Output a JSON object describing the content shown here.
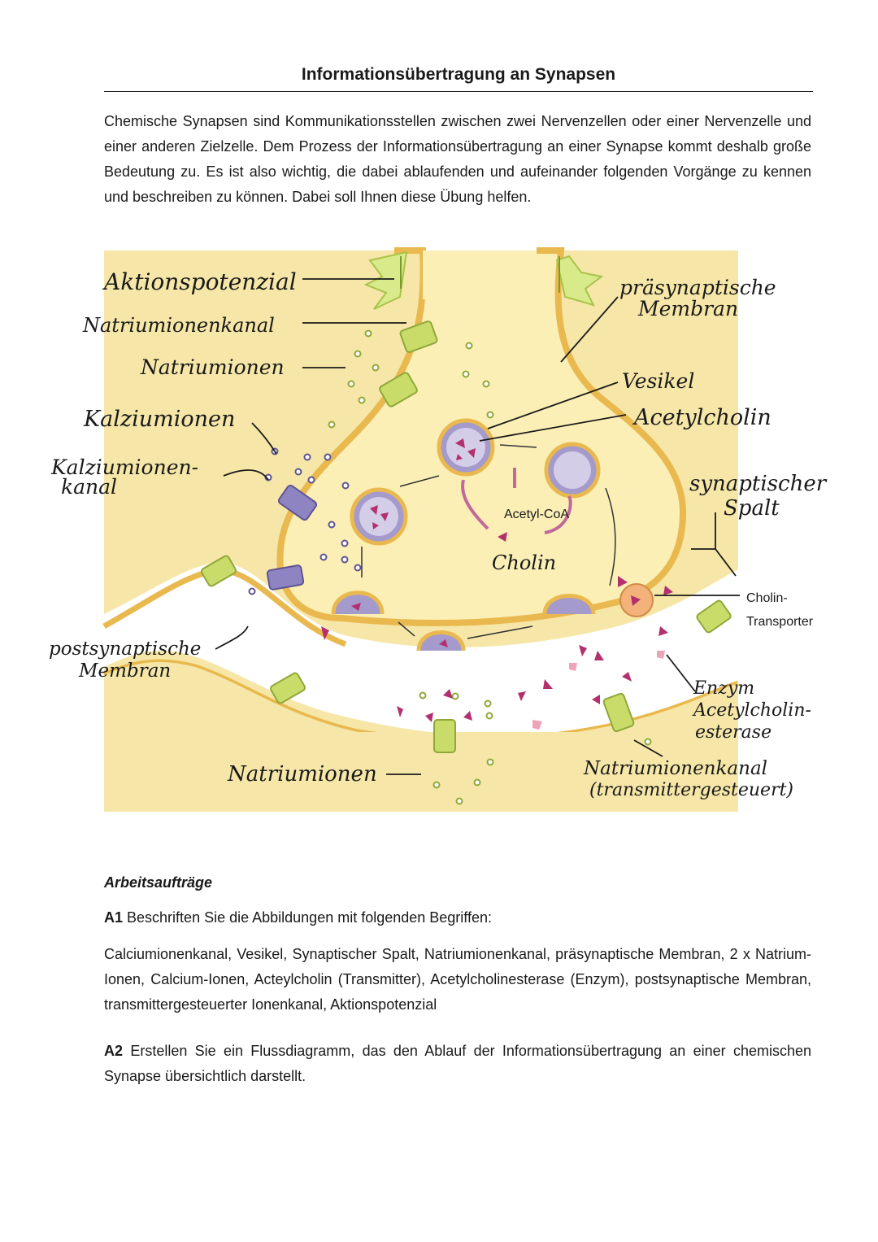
{
  "page": {
    "title": "Informationsübertragung an Synapsen",
    "intro": "Chemische Synapsen sind Kommunikationsstellen zwischen zwei Nervenzellen oder einer Nervenzelle und einer anderen Zielzelle. Dem Prozess der Informationsübertragung an einer Synapse kommt deshalb große Bedeutung zu. Es ist also wichtig, die dabei ablaufenden und aufeinander folgenden Vorgänge zu kennen und beschreiben zu können. Dabei soll Ihnen diese Übung helfen."
  },
  "figure": {
    "printed_labels": {
      "acetyl_coa": "Acetyl-CoA",
      "cholin_transporter_line1": "Cholin-",
      "cholin_transporter_line2": "Transporter"
    },
    "handwritten_labels": {
      "aktionspotenzial": "Aktionspotenzial",
      "natriumionenkanal": "Natriumionenkanal",
      "natriumionen_top": "Natriumionen",
      "kalziumionen": "Kalziumionen",
      "kalziumionenkanal_line1": "Kalziumionen-",
      "kalziumionenkanal_line2": "kanal",
      "postsynaptische_line1": "postsynaptische",
      "postsynaptische_line2": "Membran",
      "natriumionen_bottom": "Natriumionen",
      "praesynaptische_line1": "präsynaptische",
      "praesynaptische_line2": "Membran",
      "vesikel": "Vesikel",
      "acetylcholin": "Acetylcholin",
      "synaptischer_line1": "synaptischer",
      "synaptischer_line2": "Spalt",
      "cholin": "Cholin",
      "enzym_line1": "Enzym",
      "enzym_line2": "Acetylcholin-",
      "enzym_line3": "esterase",
      "natrium_kanal_tg_line1": "Natriumionenkanal",
      "natrium_kanal_tg_line2": "(transmittergesteuert)"
    },
    "colors": {
      "cytoplasm": "#fbefb6",
      "background": "#f6e7a8",
      "membrane": "#e9b94f",
      "vesicle": "#a49acb",
      "transmitter": "#b3306e",
      "channel": "#c9dc6a",
      "calcium_channel": "#8e84c2"
    }
  },
  "tasks": {
    "heading": "Arbeitsaufträge",
    "a1_label": "A1",
    "a1_text": "Beschriften Sie die Abbildungen mit folgenden Begriffen:",
    "a1_terms": "Calciumionenkanal, Vesikel, Synaptischer Spalt, Natriumionenkanal, präsynaptische Membran, 2 x Natrium-Ionen, Calcium-Ionen, Acteylcholin (Transmitter), Acetylcholinesterase (Enzym), postsynaptische Membran, transmittergesteuerter Ionenkanal, Aktionspotenzial",
    "a2_label": "A2",
    "a2_text": "Erstellen Sie ein Flussdiagramm, das den Ablauf der Informationsübertragung an einer chemischen Synapse übersichtlich darstellt."
  }
}
